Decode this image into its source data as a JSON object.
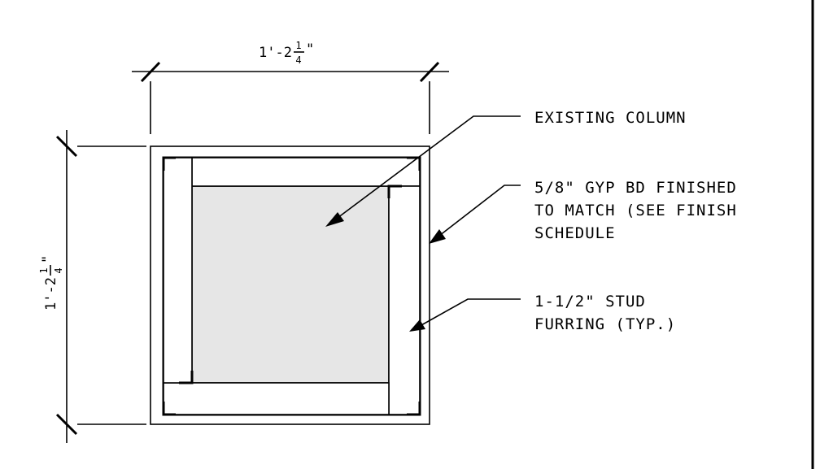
{
  "dimensions": {
    "top": {
      "main": "1'-2",
      "num": "1",
      "den": "4",
      "inch": "\""
    },
    "left": {
      "main": "1'-2",
      "num": "1",
      "den": "4",
      "inch": "\""
    }
  },
  "labels": {
    "existing_column": [
      "EXISTING COLUMN"
    ],
    "gyp_bd": [
      "5/8\" GYP BD FINISHED",
      "TO MATCH (SEE FINISH",
      "SCHEDULE"
    ],
    "stud_furring": [
      "1-1/2\" STUD",
      "FURRING (TYP.)"
    ]
  },
  "colors": {
    "column_fill": "#e6e6e6",
    "line": "#000000"
  }
}
